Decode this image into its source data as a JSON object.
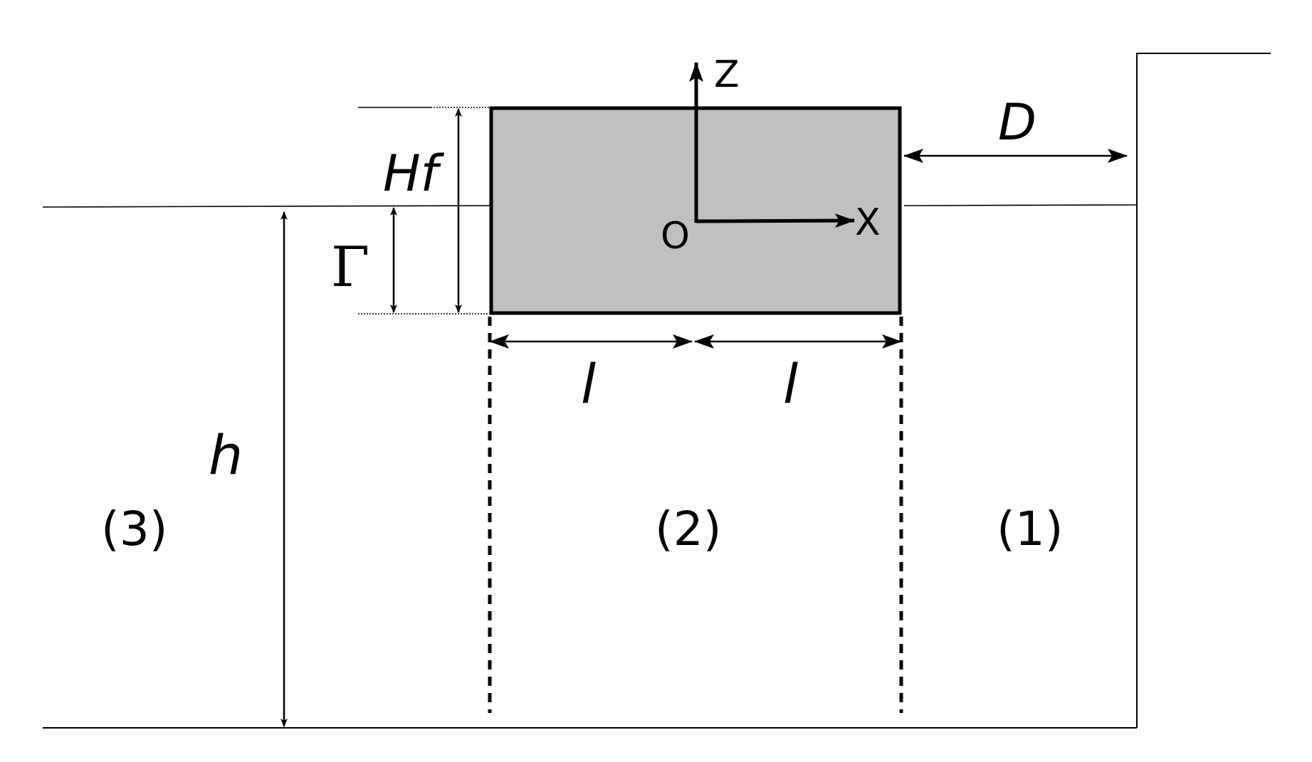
{
  "labels": {
    "z_axis": "Z",
    "x_axis": "X",
    "origin": "O",
    "draft": "Γ",
    "float_height": "Hf",
    "gap": "D",
    "depth": "h",
    "half_length_left": "l",
    "half_length_right": "l",
    "region_3": "(3)",
    "region_2": "(2)",
    "region_1": "(1)"
  },
  "colors": {
    "body_fill": "#c0c0c0",
    "line": "#000000",
    "background": "#ffffff"
  }
}
